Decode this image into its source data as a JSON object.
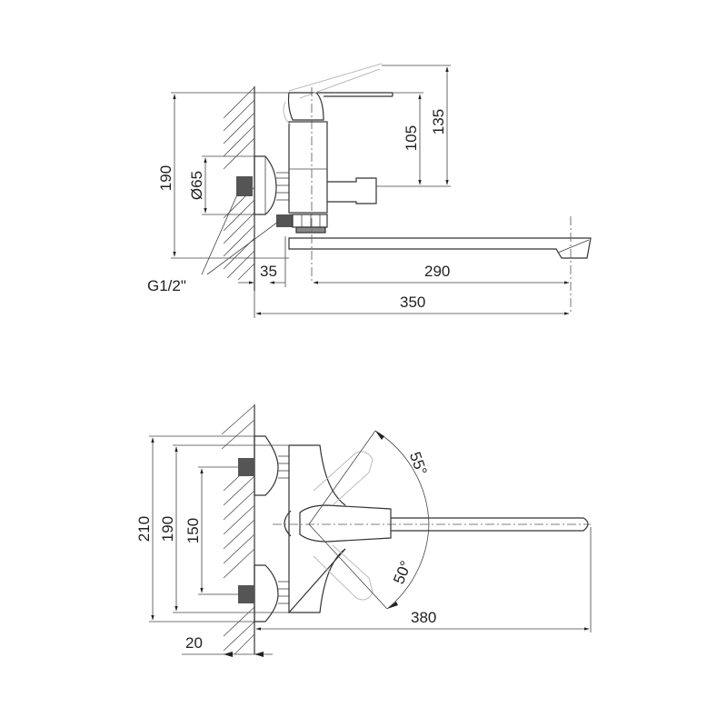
{
  "diagram": {
    "type": "technical-drawing",
    "subject": "wall-mounted single-lever bath faucet",
    "units": "mm",
    "line_color": "#333333",
    "background": "#ffffff"
  },
  "side_view": {
    "dimensions": {
      "overall_height": "190",
      "escutcheon_diameter": "Ø65",
      "handle_height": "105",
      "lever_raised_height": "135",
      "wall_to_body_axis": "35",
      "spout_reach": "290",
      "overall_depth": "350"
    },
    "labels": {
      "thread": "G1/2\""
    }
  },
  "top_view": {
    "dimensions": {
      "outer_height": "210",
      "inner_height": "190",
      "inlet_spacing": "150",
      "wall_offset": "20",
      "spout_length": "380"
    },
    "angles": {
      "lever_up": "55°",
      "lever_down": "50°"
    }
  }
}
